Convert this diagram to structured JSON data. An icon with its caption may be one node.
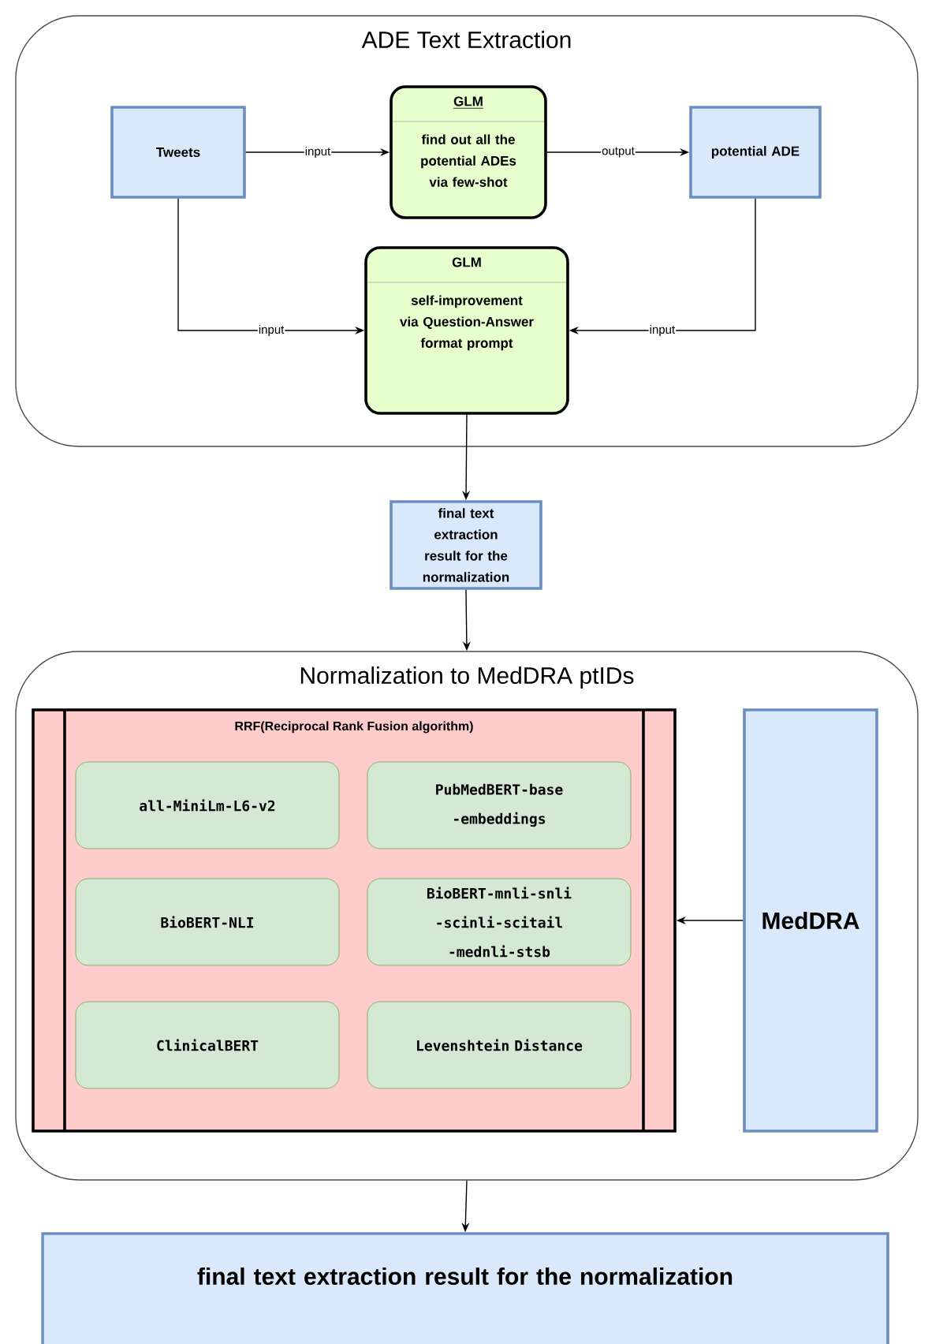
{
  "diagram": {
    "nodes": [
      {
        "text": [
          "ADE Text Extraction"
        ]
      },
      {
        "text": [
          "Tweets"
        ],
        "in": 0
      },
      {
        "text": [
          "GLM",
          "find out all the potential ADEs via few-shot"
        ],
        "in": 0
      },
      {
        "text": [
          "potential ADE"
        ],
        "in": 0
      },
      {
        "text": [
          "GLM",
          "self-improvement via Question-Answer format prompt"
        ],
        "in": 0
      },
      {
        "text": [
          "final text extraction result for the normalization"
        ]
      },
      {
        "text": [
          "Normalization to MedDRA ptIDs"
        ]
      },
      {
        "text": [
          "RRF(Reciprocal Rank Fusion algorithm)"
        ],
        "in": 6
      },
      {
        "text": [
          "all-MiniLm-L6-v2"
        ],
        "in": 7
      },
      {
        "text": [
          "PubMedBERT-base -embeddings"
        ],
        "in": 7
      },
      {
        "text": [
          "BioBERT-NLI"
        ],
        "in": 7
      },
      {
        "text": [
          "BioBERT-mnli-snli -scinli-scitail -mednli-stsb"
        ],
        "in": 7
      },
      {
        "text": [
          "ClinicalBERT"
        ],
        "in": 7
      },
      {
        "text": [
          "Levenshtein Distance"
        ],
        "in": 7
      },
      {
        "text": [
          "MedDRA"
        ],
        "in": 6
      },
      {
        "text": [
          "final text extraction result for the normalization"
        ]
      }
    ],
    "edges": [
      {
        "from": 1,
        "to": 2,
        "arrow": "to",
        "label": "input"
      },
      {
        "from": 2,
        "to": 3,
        "arrow": "to",
        "label": "output"
      },
      {
        "from": 1,
        "to": 4,
        "arrow": "to",
        "label": "input"
      },
      {
        "from": 3,
        "to": 4,
        "arrow": "to",
        "label": "input"
      },
      {
        "from": 4,
        "to": 5,
        "arrow": "to"
      },
      {
        "from": 5,
        "to": 6,
        "arrow": "to"
      },
      {
        "from": 14,
        "to": 7,
        "arrow": "to"
      },
      {
        "from": 6,
        "to": 15,
        "arrow": "to"
      }
    ]
  }
}
